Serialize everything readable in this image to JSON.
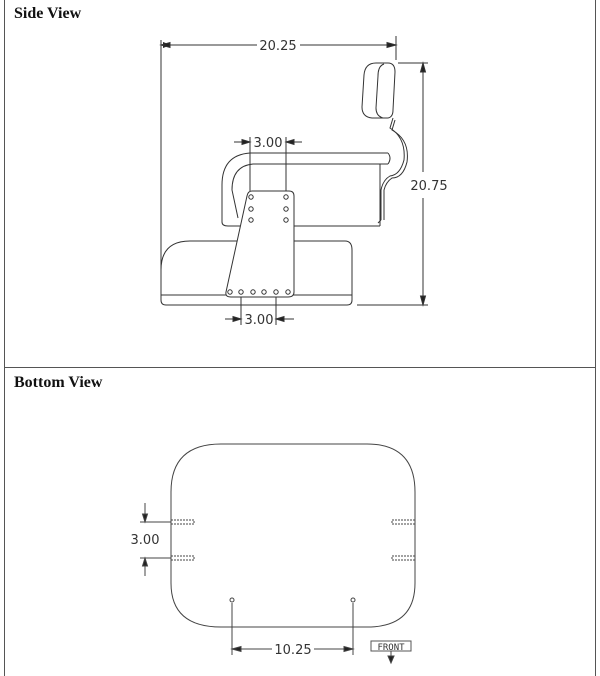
{
  "side_view": {
    "title": "Side View",
    "dimensions": {
      "overall_width": "20.25",
      "overall_height": "20.75",
      "top_hole_spacing": "3.00",
      "bottom_hole_spacing": "3.00"
    }
  },
  "bottom_view": {
    "title": "Bottom View",
    "dimensions": {
      "slot_spacing": "3.00",
      "hole_spacing": "10.25"
    },
    "front_label": "FRONT"
  }
}
